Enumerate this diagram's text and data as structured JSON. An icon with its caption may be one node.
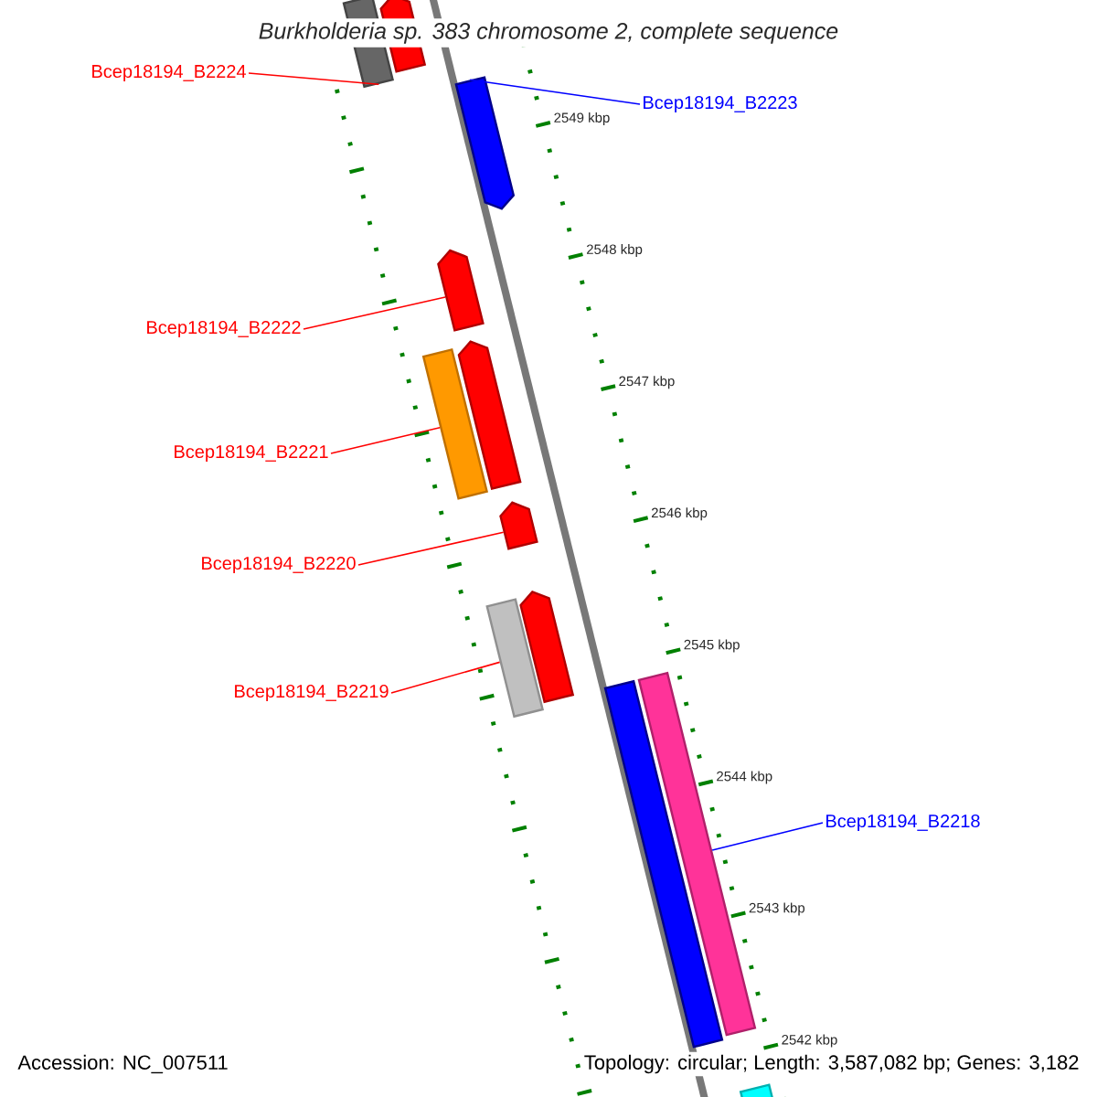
{
  "diagram": {
    "title": "*Burkholderia* sp. 383 chromosome 2, complete sequence",
    "nodes": [
      {
        "text": [
          "Bcep18194_B2224"
        ]
      },
      {
        "text": [],
        "shape": "bar"
      },
      {
        "text": [],
        "shape": "pentagon"
      },
      {
        "text": [
          "Bcep18194_B2223"
        ]
      },
      {
        "text": [],
        "shape": "pentagon"
      },
      {
        "text": [
          "Bcep18194_B2222"
        ]
      },
      {
        "text": [],
        "shape": "pentagon"
      },
      {
        "text": [],
        "shape": "bar"
      },
      {
        "text": [],
        "shape": "pentagon"
      },
      {
        "text": [
          "Bcep18194_B2221"
        ]
      },
      {
        "text": [
          "Bcep18194_B2220"
        ]
      },
      {
        "text": [],
        "shape": "pentagon"
      },
      {
        "text": [],
        "shape": "bar"
      },
      {
        "text": [],
        "shape": "pentagon"
      },
      {
        "text": [
          "Bcep18194_B2219"
        ]
      },
      {
        "text": [],
        "shape": "bar"
      },
      {
        "text": [],
        "shape": "bar"
      },
      {
        "text": [
          "Bcep18194_B2218"
        ]
      },
      {
        "text": [],
        "shape": "bar"
      }
    ],
    "edges": [
      {
        "from": 0,
        "to": 1,
        "arrow": "none",
        "color": "#ff0000"
      },
      {
        "from": 3,
        "to": 4,
        "arrow": "none",
        "color": "#0000ff"
      },
      {
        "from": 5,
        "to": 6,
        "arrow": "none",
        "color": "#ff0000"
      },
      {
        "from": 9,
        "to": 7,
        "arrow": "none",
        "color": "#ff0000"
      },
      {
        "from": 10,
        "to": 11,
        "arrow": "none",
        "color": "#ff0000"
      },
      {
        "from": 14,
        "to": 12,
        "arrow": "none",
        "color": "#ff0000"
      },
      {
        "from": 17,
        "to": 15,
        "arrow": "none",
        "color": "#0000ff"
      }
    ],
    "labels": [
      "2549 kbp",
      "2548 kbp",
      "2547 kbp",
      "2546 kbp",
      "2545 kbp",
      "2544 kbp",
      "2543 kbp",
      "2542 kbp",
      "Accession: NC_007511",
      "Topology: circular; Length: 3,587,082 bp; Genes: 3,182"
    ]
  }
}
